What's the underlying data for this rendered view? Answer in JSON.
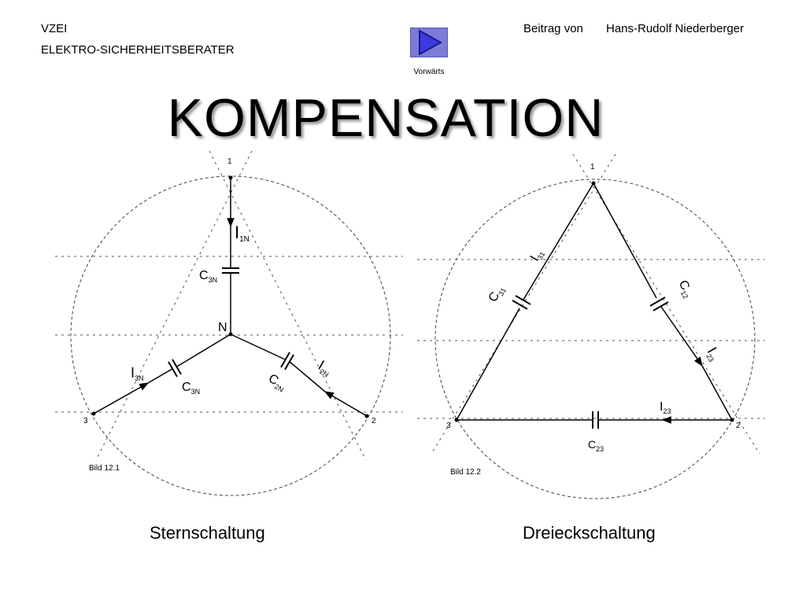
{
  "header": {
    "org": "VZEI",
    "role": "ELEKTRO-SICHERHEITSBERATER",
    "credit_label": "Beitrag von",
    "author": "Hans-Rudolf Niederberger"
  },
  "nav": {
    "forward_label": "Vorwärts",
    "icon": "play-triangle-icon"
  },
  "title": "KOMPENSATION",
  "star": {
    "node_1": "1",
    "node_2": "2",
    "node_3": "3",
    "node_n": "N",
    "i1": {
      "main": "I",
      "sub": "1N"
    },
    "c1": {
      "main": "C",
      "sub": "3N"
    },
    "i3": {
      "main": "I",
      "sub": "3N"
    },
    "c3": {
      "main": "C",
      "sub": "3N"
    },
    "c2": {
      "main": "C",
      "sub": "2N"
    },
    "i2": {
      "main": "I",
      "sub": "2N"
    },
    "figure": "Bild 12.1",
    "caption": "Sternschaltung"
  },
  "delta": {
    "node_1": "1",
    "node_2": "2",
    "node_3": "3",
    "i31": {
      "main": "I",
      "sub": "31"
    },
    "c31": {
      "main": "C",
      "sub": "31"
    },
    "c12": {
      "main": "C",
      "sub": "12"
    },
    "i23_side": {
      "main": "I",
      "sub": "23"
    },
    "i23_bottom": {
      "main": "I",
      "sub": "23"
    },
    "c23": {
      "main": "C",
      "sub": "23"
    },
    "figure": "Bild 12.2",
    "caption": "Dreieckschaltung"
  }
}
